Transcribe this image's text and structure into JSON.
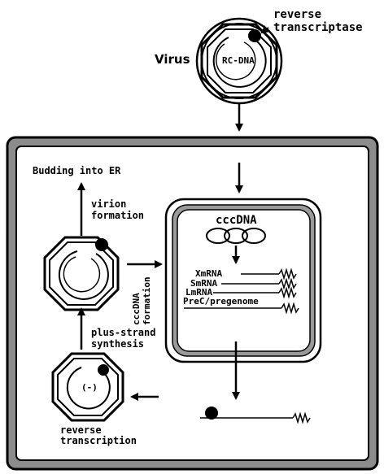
{
  "labels": {
    "reverse_transcriptase_line1": "reverse",
    "reverse_transcriptase_line2": "transcriptase",
    "virus": "Virus",
    "rc_dna": "RC-DNA",
    "budding": "Budding into ER",
    "virion_line1": "virion",
    "virion_line2": "formation",
    "cccdna_title": "cccDNA",
    "cccdna_formation_line1": "cccDNA",
    "cccdna_formation_line2": "formation",
    "xmrna": "XmRNA",
    "smrna": "SmRNA",
    "lmrna": "LmRNA",
    "precore": "PreC/pregenome",
    "plus_strand_line1": "plus-strand",
    "plus_strand_line2": "synthesis",
    "minus_strand": "(-)",
    "rt_line1": "reverse",
    "rt_line2": "transcription"
  }
}
